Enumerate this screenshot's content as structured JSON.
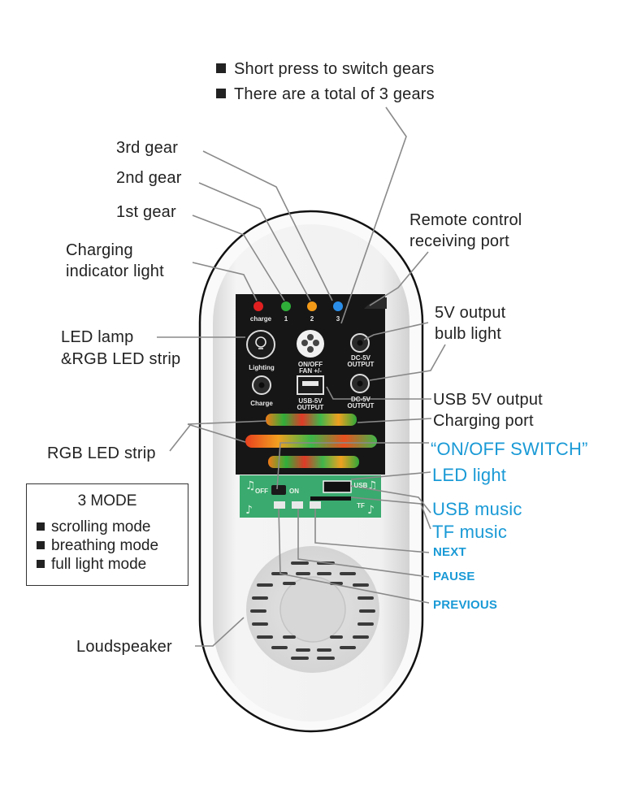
{
  "colors": {
    "accent_blue": "#1a9ad6",
    "panel_black": "#161616",
    "panel_green": "#3aaa6e",
    "shell_light": "#eeeeee",
    "led_red": "#e02020",
    "led_green": "#2fae3a",
    "led_orange": "#f39a18",
    "led_blue": "#2a8ee8"
  },
  "top_notes": [
    "Short press to switch gears",
    "There are a total of 3 gears"
  ],
  "left_labels": {
    "gear3": "3rd gear",
    "gear2": "2nd gear",
    "gear1": "1st gear",
    "charging_indicator_1": "Charging",
    "charging_indicator_2": "indicator light",
    "led_lamp_1": "LED lamp",
    "led_lamp_2": "&RGB LED strip",
    "rgb_strip": "RGB LED strip",
    "loudspeaker": "Loudspeaker"
  },
  "mode_box": {
    "title": "3 MODE",
    "items": [
      "scrolling mode",
      "breathing mode",
      "full light mode"
    ]
  },
  "right_labels": {
    "remote_1": "Remote control",
    "remote_2": "receiving port",
    "bulb_1": "5V output",
    "bulb_2": "bulb light",
    "usb_out": "USB  5V output",
    "charging_port": "Charging port",
    "onoff": "“ON/OFF SWITCH”",
    "led_light": "LED light",
    "usb_music": "USB music",
    "tf_music": "TF music",
    "next": "NEXT",
    "pause": "PAUSE",
    "previous": "PREVIOUS"
  },
  "panel": {
    "charge_led": "charge",
    "gear_1": "1",
    "gear_2": "2",
    "gear_3": "3",
    "lighting": "Lighting",
    "onoff_fan_1": "ON/OFF",
    "onoff_fan_2": "FAN +/-",
    "dc_out_1a": "DC-5V",
    "dc_out_1b": "OUTPUT",
    "charge": "Charge",
    "usb_out_1": "USB-5V",
    "usb_out_2": "OUTPUT",
    "dc_out_2a": "DC-5V",
    "dc_out_2b": "OUTPUT",
    "switch_off": "OFF",
    "switch_on": "ON",
    "usb_slot": "USB",
    "tf_slot": "TF"
  }
}
